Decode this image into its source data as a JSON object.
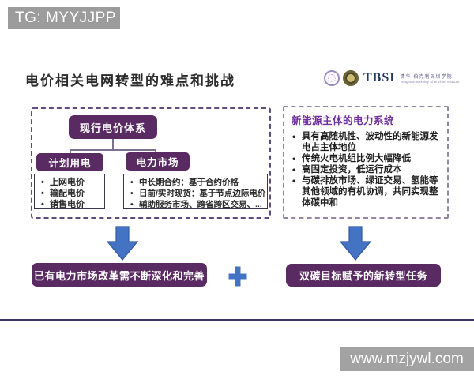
{
  "overlays": {
    "top_watermark": "TG: MYYJJPP",
    "bottom_watermark": "www.mzjywl.com"
  },
  "slide": {
    "title": "电价相关电网转型的难点和挑战",
    "logo": {
      "name": "TBSI",
      "cn": "清华-伯克利深圳学院",
      "en": "Tsinghua-Berkeley Shenzhen Institute"
    },
    "flowchart": {
      "root": "现行电价体系",
      "branches": [
        {
          "label": "计划用电",
          "items": [
            "上网电价",
            "输配电价",
            "销售电价"
          ]
        },
        {
          "label": "电力市场",
          "items": [
            "中长期合约：基于合约价格",
            "日前/实时现货：基于节点边际电价",
            "辅助服务市场、跨省跨区交易、..."
          ]
        }
      ]
    },
    "new_energy_panel": {
      "title": "新能源主体的电力系统",
      "items": [
        "具有高随机性、波动性的新能源发电占主体地位",
        "传统火电机组比例大幅降低",
        "高固定投资，低运行成本",
        "与碳排放市场、绿证交易、氢能等其他领域的有机协调，共同实现整体碳中和"
      ]
    },
    "conclusions": {
      "left": "已有电力市场改革需不断深化和完善",
      "right": "双碳目标赋予的新转型任务"
    }
  },
  "colors": {
    "node_purple": "#5a2a62",
    "arrow_blue": "#4573c4",
    "panel_title_purple": "#7030a0",
    "bottom_rule": "#3d3561",
    "watermark_gray": "#9c9c9c"
  }
}
